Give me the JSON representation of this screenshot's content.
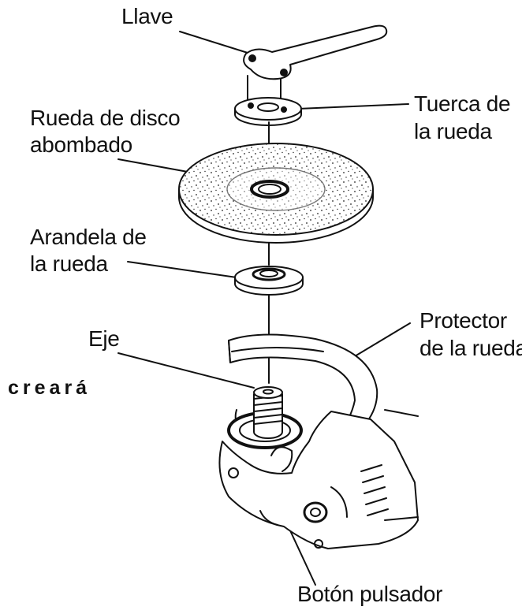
{
  "labels": {
    "llave": "Llave",
    "tuerca_line1": "Tuerca de",
    "tuerca_line2": "la rueda",
    "rueda_line1": "Rueda de disco",
    "rueda_line2": "abombado",
    "arandela_line1": "Arandela de",
    "arandela_line2": "la rueda",
    "protector_line1": "Protector",
    "protector_line2": "de la rueda",
    "eje": "Eje",
    "boton": "Botón pulsador"
  },
  "fragment_text": "creará",
  "colors": {
    "ink": "#111111",
    "paper": "#ffffff"
  }
}
